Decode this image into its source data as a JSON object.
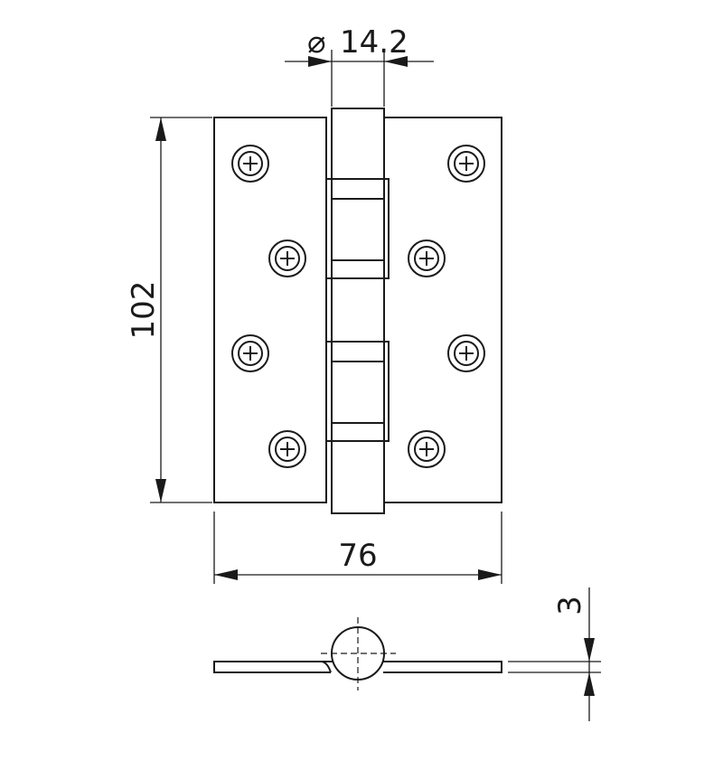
{
  "dimensions": {
    "pin_diameter": "14.2",
    "diameter_symbol": "⌀",
    "height": "102",
    "width": "76",
    "thickness": "3"
  },
  "views": {
    "front": {
      "screw_holes": 8,
      "knuckles": 5
    },
    "end": {
      "screw_holes": 0
    }
  },
  "colors": {
    "line": "#1a1a1a",
    "background": "#ffffff"
  }
}
